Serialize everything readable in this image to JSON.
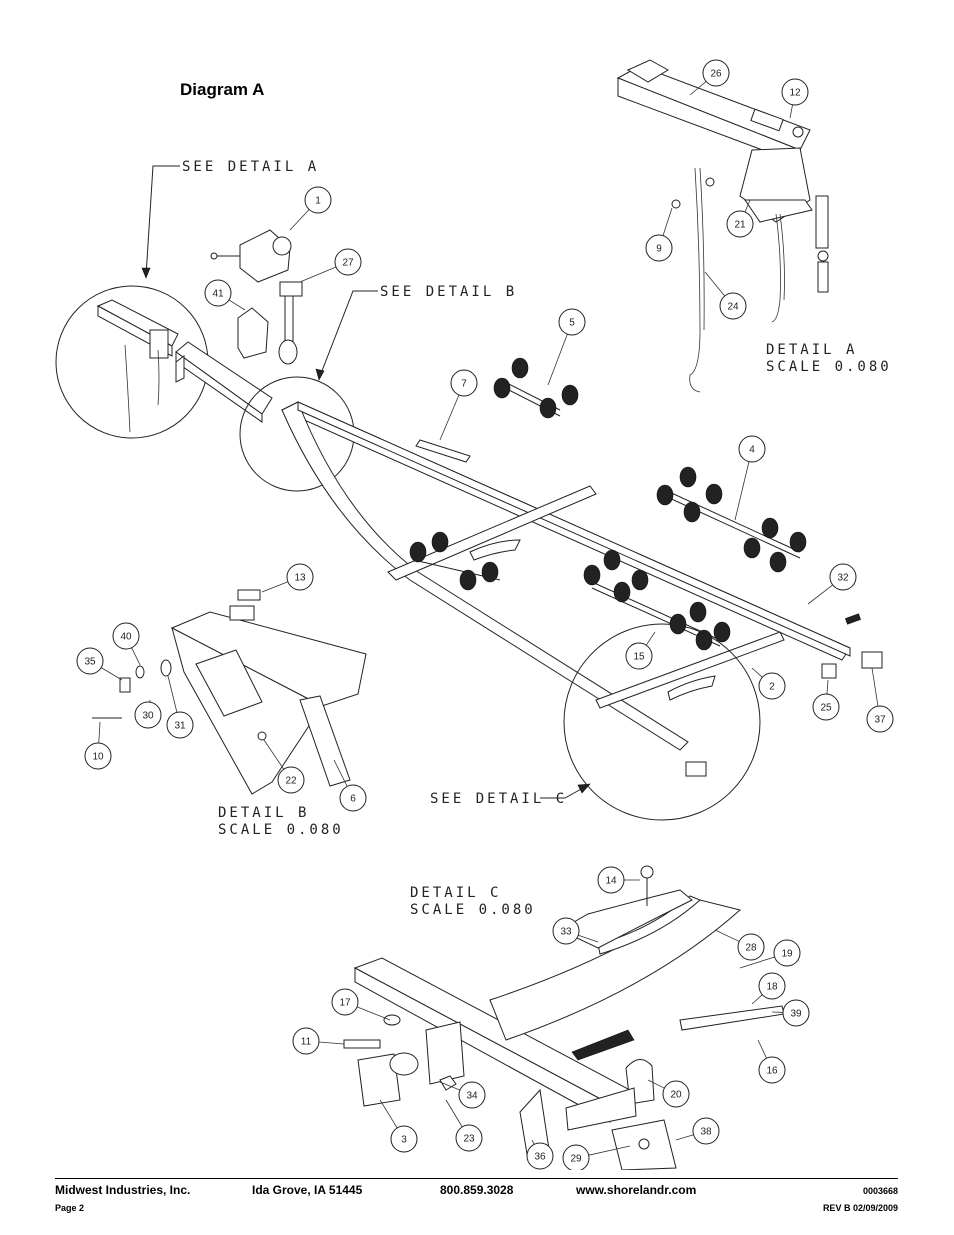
{
  "title": "Diagram A",
  "callouts": {
    "see_detail_a": "SEE DETAIL A",
    "see_detail_b": "SEE DETAIL B",
    "see_detail_c": "SEE DETAIL C"
  },
  "details": {
    "a": {
      "name": "DETAIL A",
      "scale": "SCALE 0.080"
    },
    "b": {
      "name": "DETAIL B",
      "scale": "SCALE 0.080"
    },
    "c": {
      "name": "DETAIL C",
      "scale": "SCALE 0.080"
    }
  },
  "part_numbers": [
    "26",
    "12",
    "9",
    "21",
    "24",
    "1",
    "27",
    "41",
    "5",
    "7",
    "4",
    "32",
    "13",
    "40",
    "35",
    "30",
    "31",
    "10",
    "22",
    "6",
    "15",
    "2",
    "25",
    "37",
    "14",
    "33",
    "28",
    "19",
    "18",
    "39",
    "17",
    "11",
    "34",
    "3",
    "23",
    "36",
    "29",
    "38",
    "20",
    "16"
  ],
  "footer": {
    "company": "Midwest Industries, Inc.",
    "location": "Ida Grove, IA  51445",
    "phone": "800.859.3028",
    "website": "www.shorelandr.com",
    "doc_number": "0003668",
    "page": "Page 2",
    "revision": "REV B  02/09/2009"
  }
}
